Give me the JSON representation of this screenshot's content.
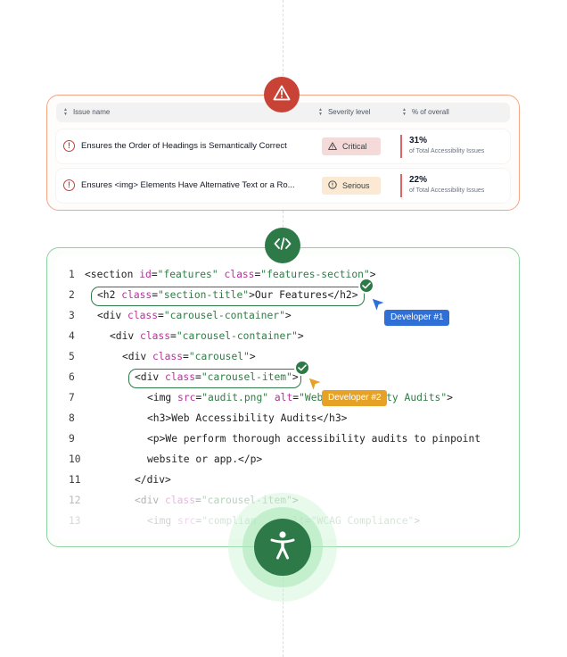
{
  "issues": {
    "columns": [
      "Issue name",
      "Severity level",
      "% of overall"
    ],
    "rows": [
      {
        "name": "Ensures the Order of Headings is Semantically Correct",
        "severity": "Critical",
        "percent": "31%",
        "percent_label": "of Total Accessibility Issues"
      },
      {
        "name": "Ensures <img> Elements Have Alternative Text or a Ro...",
        "severity": "Serious",
        "percent": "22%",
        "percent_label": "of Total Accessibility Issues"
      }
    ],
    "colors": {
      "critical": "#c94236",
      "serious": "#e6a227",
      "border": "#f3a585"
    }
  },
  "code": {
    "lines": [
      {
        "n": "1",
        "parts": [
          [
            "t",
            "<section "
          ],
          [
            "a",
            "id"
          ],
          [
            "t",
            "="
          ],
          [
            "s",
            "\"features\""
          ],
          [
            "t",
            " "
          ],
          [
            "a",
            "class"
          ],
          [
            "t",
            "="
          ],
          [
            "s",
            "\"features-section\""
          ],
          [
            "t",
            ">"
          ]
        ]
      },
      {
        "n": "2",
        "parts": [
          [
            "t",
            "<h2 "
          ],
          [
            "a",
            "class"
          ],
          [
            "t",
            "="
          ],
          [
            "s",
            "\"section-title\""
          ],
          [
            "t",
            ">Our Features</h2>"
          ]
        ]
      },
      {
        "n": "3",
        "parts": [
          [
            "t",
            "<div "
          ],
          [
            "a",
            "class"
          ],
          [
            "t",
            "="
          ],
          [
            "s",
            "\"carousel-container\""
          ],
          [
            "t",
            ">"
          ]
        ]
      },
      {
        "n": "4",
        "parts": [
          [
            "t",
            "<div "
          ],
          [
            "a",
            "class"
          ],
          [
            "t",
            "="
          ],
          [
            "s",
            "\"carousel-container\""
          ],
          [
            "t",
            ">"
          ]
        ]
      },
      {
        "n": "5",
        "parts": [
          [
            "t",
            "<div "
          ],
          [
            "a",
            "class"
          ],
          [
            "t",
            "="
          ],
          [
            "s",
            "\"carousel\""
          ],
          [
            "t",
            ">"
          ]
        ]
      },
      {
        "n": "6",
        "parts": [
          [
            "t",
            "<div "
          ],
          [
            "a",
            "class"
          ],
          [
            "t",
            "="
          ],
          [
            "s",
            "\"carousel-item\""
          ],
          [
            "t",
            ">"
          ]
        ]
      },
      {
        "n": "7",
        "parts": [
          [
            "t",
            "<img "
          ],
          [
            "a",
            "src"
          ],
          [
            "t",
            "="
          ],
          [
            "s",
            "\"audit.png\""
          ],
          [
            "t",
            " "
          ],
          [
            "a",
            "alt"
          ],
          [
            "t",
            "="
          ],
          [
            "s",
            "\"Web"
          ],
          [
            "s",
            "ity Audits\""
          ],
          [
            "t",
            ">"
          ]
        ]
      },
      {
        "n": "8",
        "parts": [
          [
            "t",
            "<h3>Web Accessibility Audits</h3>"
          ]
        ]
      },
      {
        "n": "9",
        "parts": [
          [
            "t",
            "<p>We perform thorough accessibility audits to pinpoint"
          ]
        ]
      },
      {
        "n": "10",
        "parts": [
          [
            "t",
            "website or app.</p>"
          ]
        ]
      },
      {
        "n": "11",
        "parts": [
          [
            "t",
            "</div>"
          ]
        ]
      },
      {
        "n": "12",
        "parts": [
          [
            "t",
            "<div "
          ],
          [
            "a",
            "class"
          ],
          [
            "t",
            "="
          ],
          [
            "s",
            "\"carousel-item\""
          ],
          [
            "t",
            ">"
          ]
        ]
      },
      {
        "n": "13",
        "parts": [
          [
            "t",
            "<img "
          ],
          [
            "a",
            "src"
          ],
          [
            "t",
            "="
          ],
          [
            "s",
            "\"complian"
          ],
          [
            "t",
            "      "
          ],
          [
            "a",
            "lt"
          ],
          [
            "t",
            "="
          ],
          [
            "s",
            "\"WCAG Compliance\""
          ],
          [
            "t",
            ">"
          ]
        ]
      }
    ],
    "colors": {
      "attr": "#b5339a",
      "string": "#2f7d45",
      "highlight": "#2d7a48"
    }
  },
  "developers": [
    {
      "label": "Developer #1",
      "color": "#2f6fd6"
    },
    {
      "label": "Developer #2",
      "color": "#e6a227"
    }
  ],
  "icons": {
    "warning": "warning-triangle-icon",
    "code": "code-icon",
    "accessibility": "accessibility-person-icon",
    "check": "check-icon"
  }
}
